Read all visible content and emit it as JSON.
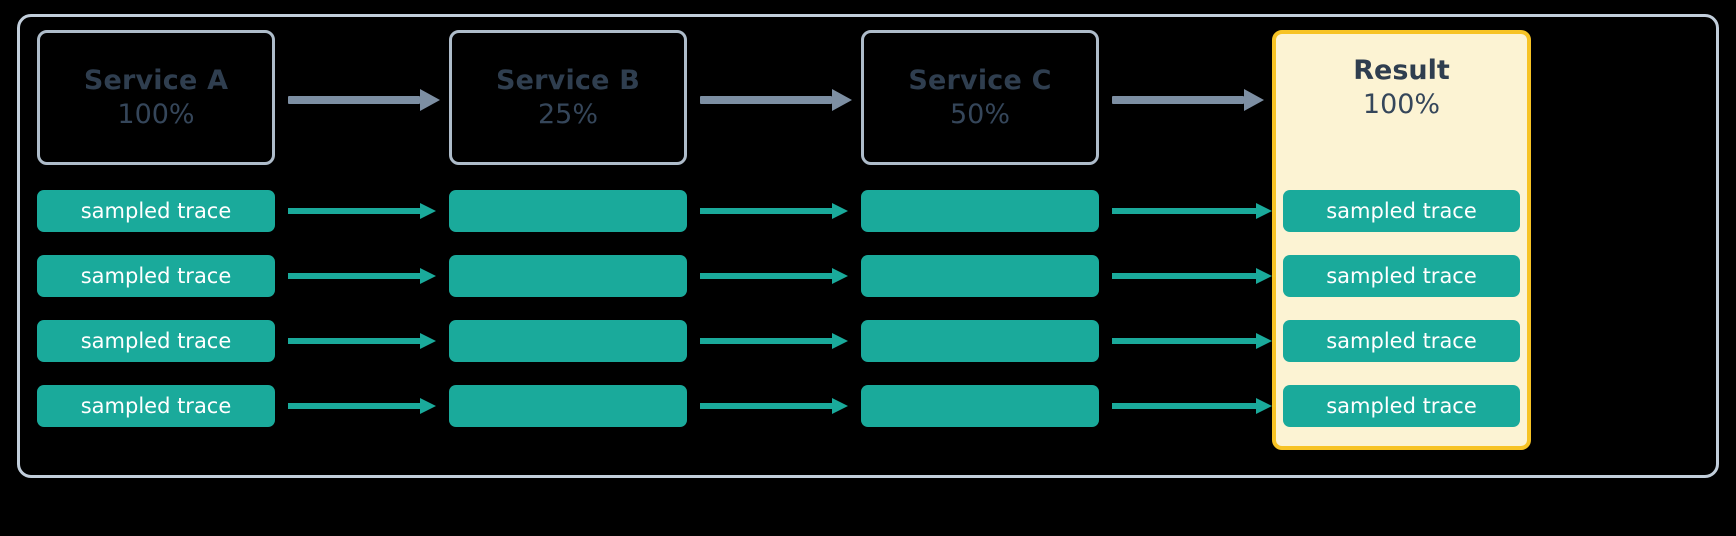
{
  "diagram": {
    "title_present": false,
    "colors": {
      "background": "#000000",
      "frame_border": "#c2cedb",
      "service_border": "#aebcca",
      "service_text": "#2f3e4f",
      "arrow_gray": "#7d8fa3",
      "trace_teal": "#1aaa9b",
      "result_fill": "#fcf3d3",
      "result_border": "#f7c325",
      "trace_label_text": "#ffffff"
    },
    "stages": [
      {
        "name": "Service A",
        "percent": "100%",
        "highlighted": false
      },
      {
        "name": "Service B",
        "percent": "25%",
        "highlighted": false
      },
      {
        "name": "Service C",
        "percent": "50%",
        "highlighted": false
      },
      {
        "name": "Result",
        "percent": "100%",
        "highlighted": true
      }
    ],
    "trace_label": "sampled trace",
    "trace_rows": [
      {
        "col1": "sampled trace",
        "col2": "",
        "col3": "",
        "col4": "sampled trace"
      },
      {
        "col1": "sampled trace",
        "col2": "",
        "col3": "",
        "col4": "sampled trace"
      },
      {
        "col1": "sampled trace",
        "col2": "",
        "col3": "",
        "col4": "sampled trace"
      },
      {
        "col1": "sampled trace",
        "col2": "",
        "col3": "",
        "col4": "sampled trace"
      }
    ],
    "row_count": 4,
    "flow_arrows": {
      "service_level_count": 3,
      "trace_level_count": 12,
      "direction": "left-to-right"
    }
  }
}
